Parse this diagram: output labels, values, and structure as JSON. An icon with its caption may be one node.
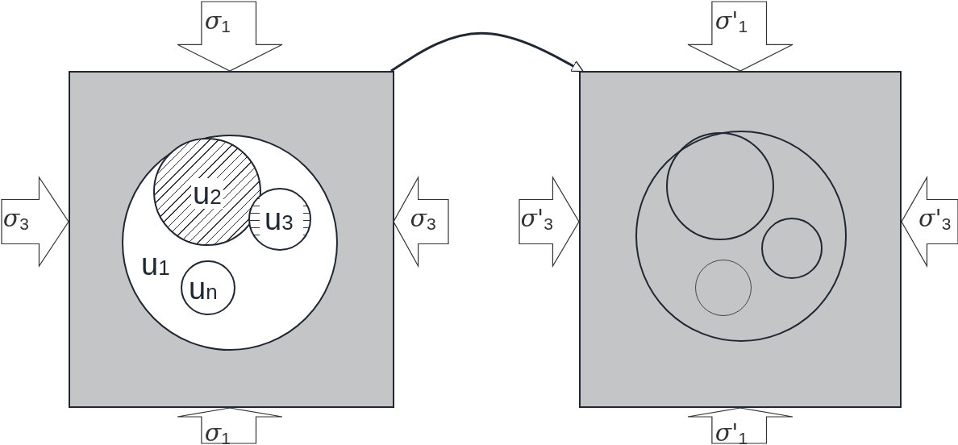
{
  "diagram": {
    "nodes": [
      {
        "text": [],
        "shape": "box"
      },
      {
        "text": [
          "u$_{1}$"
        ],
        "in": 0
      },
      {
        "text": [
          "u$_{2}$"
        ],
        "in": 1
      },
      {
        "text": [
          "u$_{3}$"
        ],
        "in": 1
      },
      {
        "text": [
          "u$_{n}$"
        ],
        "in": 1
      },
      {
        "text": [
          "σ$_{1}$"
        ]
      },
      {
        "text": [
          "σ$_{3}$"
        ]
      },
      {
        "text": [
          "σ$_{3}$"
        ]
      },
      {
        "text": [
          "σ$_{1}$"
        ]
      },
      {
        "text": [],
        "shape": "box"
      },
      {
        "text": [],
        "shape": "circle",
        "in": 9
      },
      {
        "text": [],
        "shape": "circle",
        "in": 10
      },
      {
        "text": [],
        "shape": "circle",
        "in": 10
      },
      {
        "text": [],
        "shape": "circle",
        "in": 10
      },
      {
        "text": [
          "σ'$_{1}$"
        ]
      },
      {
        "text": [
          "σ'$_{3}$"
        ]
      },
      {
        "text": [
          "σ'$_{3}$"
        ]
      },
      {
        "text": [
          "σ'$_{1}$"
        ]
      }
    ],
    "edges": [
      {
        "from": 0,
        "to": 9,
        "arrow": "to"
      }
    ]
  }
}
